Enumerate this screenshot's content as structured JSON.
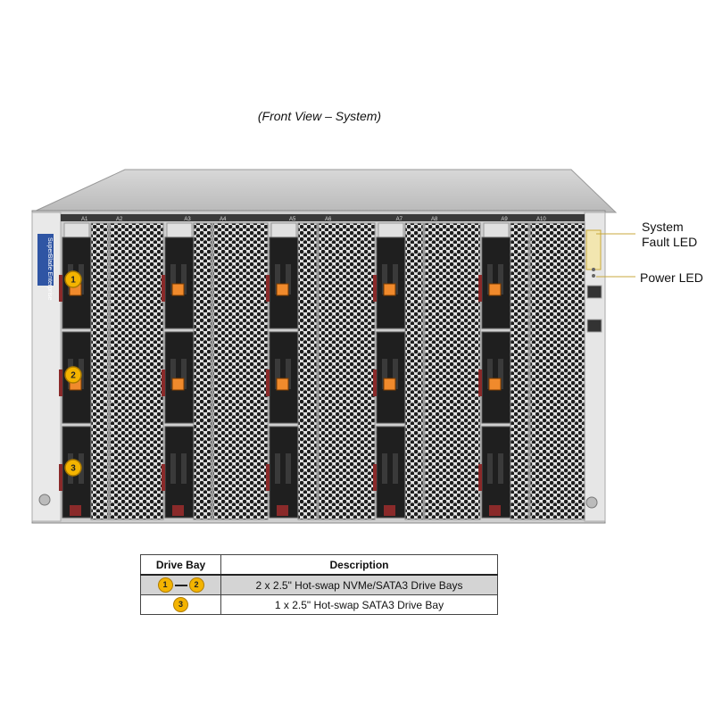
{
  "caption": "(Front View – System)",
  "logo_text": "SuperBlade Enterprise",
  "slot_labels": [
    "A1",
    "A2",
    "A3",
    "A4",
    "A5",
    "A6",
    "A7",
    "A8",
    "A9",
    "A10"
  ],
  "callouts": [
    "1",
    "2",
    "3"
  ],
  "leds": {
    "fault": "System Fault LED",
    "fault_line1": "System",
    "fault_line2": "Fault LED",
    "power": "Power LED"
  },
  "table": {
    "headers": [
      "Drive Bay",
      "Description"
    ],
    "rows": [
      {
        "bays": [
          "1",
          "2"
        ],
        "description": "2 x 2.5\" Hot-swap NVMe/SATA3 Drive Bays"
      },
      {
        "bays": [
          "3"
        ],
        "description": "1 x 2.5\" Hot-swap SATA3 Drive Bay"
      }
    ]
  },
  "colors": {
    "callout": "#f4b400",
    "drive_tab": "#f08a2c",
    "latch": "#8a2a2a",
    "logo": "#2f55a4"
  }
}
